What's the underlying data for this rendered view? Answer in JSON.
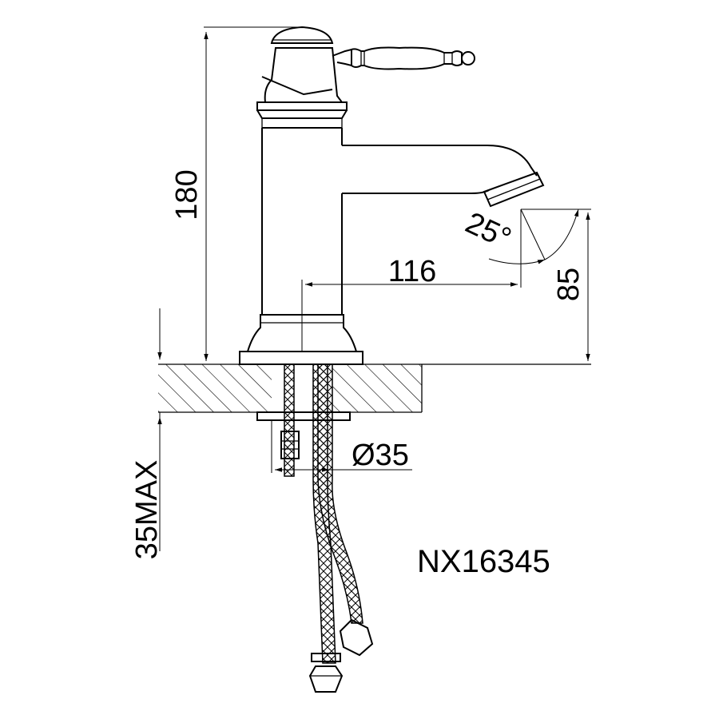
{
  "drawing": {
    "model": "NX16345",
    "dimensions": {
      "height_total": "180",
      "spout_reach": "116",
      "spout_height": "85",
      "spout_angle": "25°",
      "hole_diameter": "Ø35",
      "counter_thickness": "35MAX"
    }
  },
  "colors": {
    "line": "#000000",
    "background": "#ffffff"
  }
}
